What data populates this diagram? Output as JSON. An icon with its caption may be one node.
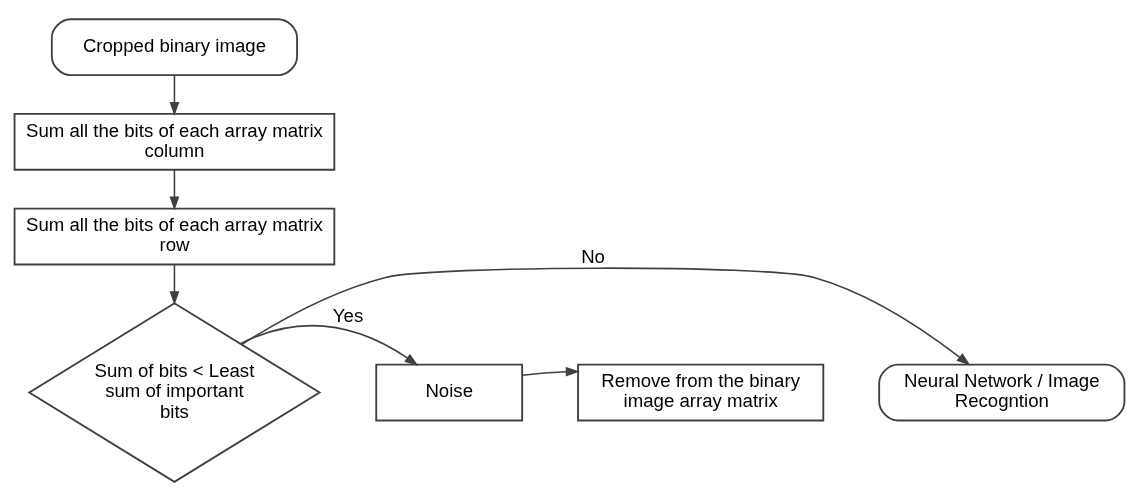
{
  "diagram": {
    "nodes": [
      {
        "text": [
          "Cropped binary image"
        ]
      },
      {
        "text": [
          "Sum all the bits of each array matrix column"
        ]
      },
      {
        "text": [
          "Sum all the bits of each array matrix row"
        ]
      },
      {
        "text": [
          "Sum of bits < Least sum of important bits"
        ]
      },
      {
        "text": [
          "Noise"
        ]
      },
      {
        "text": [
          "Remove from the binary image array matrix"
        ]
      },
      {
        "text": [
          "Neural Network / Image Recogntion"
        ]
      }
    ],
    "edges": [
      {
        "from": 0,
        "to": 1,
        "arrow": "to"
      },
      {
        "from": 1,
        "to": 2,
        "arrow": "to"
      },
      {
        "from": 2,
        "to": 3,
        "arrow": "to"
      },
      {
        "from": 3,
        "to": 4,
        "arrow": "to",
        "label": "Yes"
      },
      {
        "from": 4,
        "to": 5,
        "arrow": "to"
      },
      {
        "from": 3,
        "to": 6,
        "arrow": "to",
        "label": "No"
      }
    ]
  }
}
